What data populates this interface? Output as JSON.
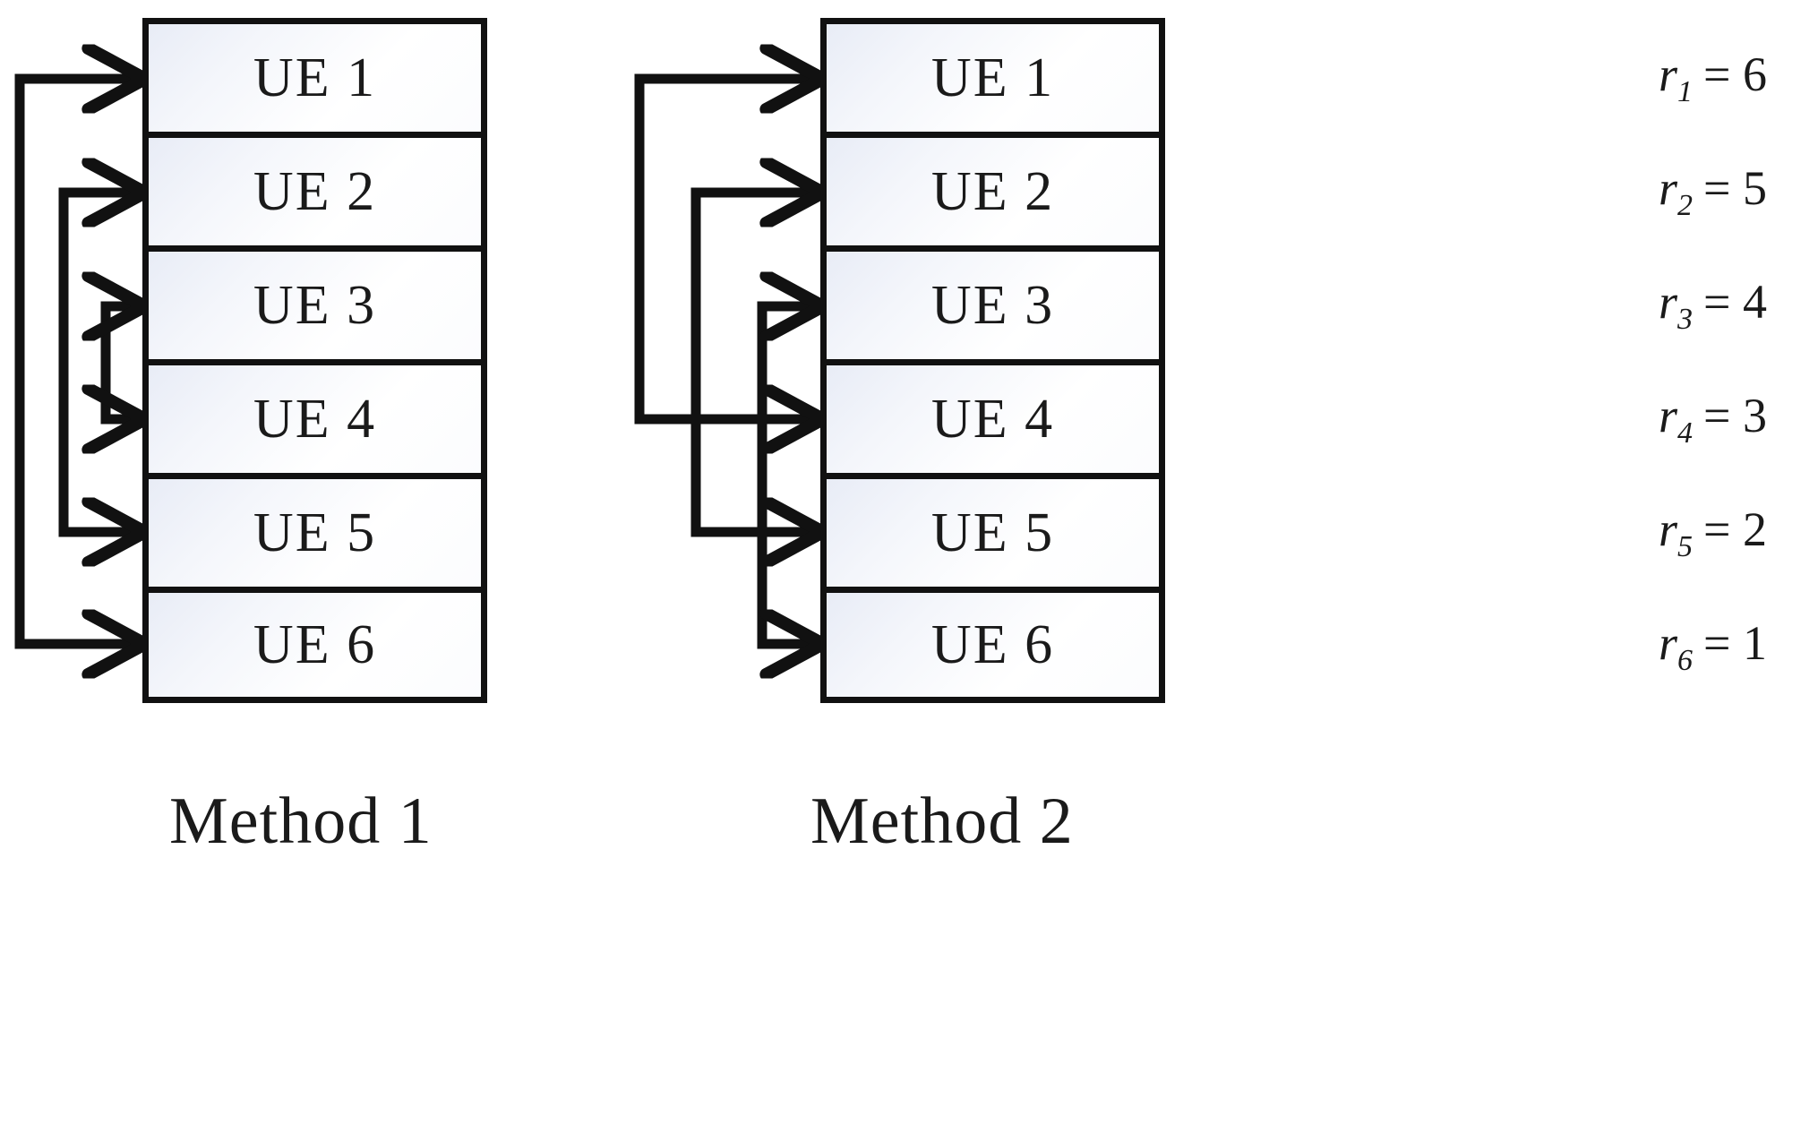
{
  "figure": {
    "type": "diagram",
    "description": "Two scheduling methods showing feedback arrows into a column of six UE boxes"
  },
  "methods": [
    {
      "id": "method-1",
      "caption": "Method 1",
      "boxes": [
        "UE 1",
        "UE 2",
        "UE 3",
        "UE 4",
        "UE 5",
        "UE 6"
      ],
      "links": [
        {
          "from": "UE 1",
          "to": "UE 6",
          "nesting": "outer"
        },
        {
          "from": "UE 2",
          "to": "UE 5",
          "nesting": "middle"
        },
        {
          "from": "UE 3",
          "to": "UE 4",
          "nesting": "inner"
        }
      ]
    },
    {
      "id": "method-2",
      "caption": "Method 2",
      "boxes": [
        "UE 1",
        "UE 2",
        "UE 3",
        "UE 4",
        "UE 5",
        "UE 6"
      ],
      "links": [
        {
          "from": "UE 1",
          "to": "UE 4",
          "nesting": "outer"
        },
        {
          "from": "UE 2",
          "to": "UE 5",
          "nesting": "middle"
        },
        {
          "from": "UE 3",
          "to": "UE 6",
          "nesting": "inner"
        }
      ]
    }
  ],
  "rates": [
    {
      "symbol": "r",
      "index": "1",
      "equals": "=",
      "value": "6"
    },
    {
      "symbol": "r",
      "index": "2",
      "equals": "=",
      "value": "5"
    },
    {
      "symbol": "r",
      "index": "3",
      "equals": "=",
      "value": "4"
    },
    {
      "symbol": "r",
      "index": "4",
      "equals": "=",
      "value": "3"
    },
    {
      "symbol": "r",
      "index": "5",
      "equals": "=",
      "value": "2"
    },
    {
      "symbol": "r",
      "index": "6",
      "equals": "=",
      "value": "1"
    }
  ],
  "colors": {
    "stroke": "#111111",
    "box_fill_start": "#e8ecf6",
    "box_fill_end": "#ffffff",
    "text": "#1a1a1a",
    "background": "#ffffff"
  },
  "labels": {
    "ue_1": "UE 1",
    "ue_2": "UE 2",
    "ue_3": "UE 3",
    "ue_4": "UE 4",
    "ue_5": "UE 5",
    "ue_6": "UE 6",
    "method_1": "Method 1",
    "method_2": "Method 2"
  }
}
